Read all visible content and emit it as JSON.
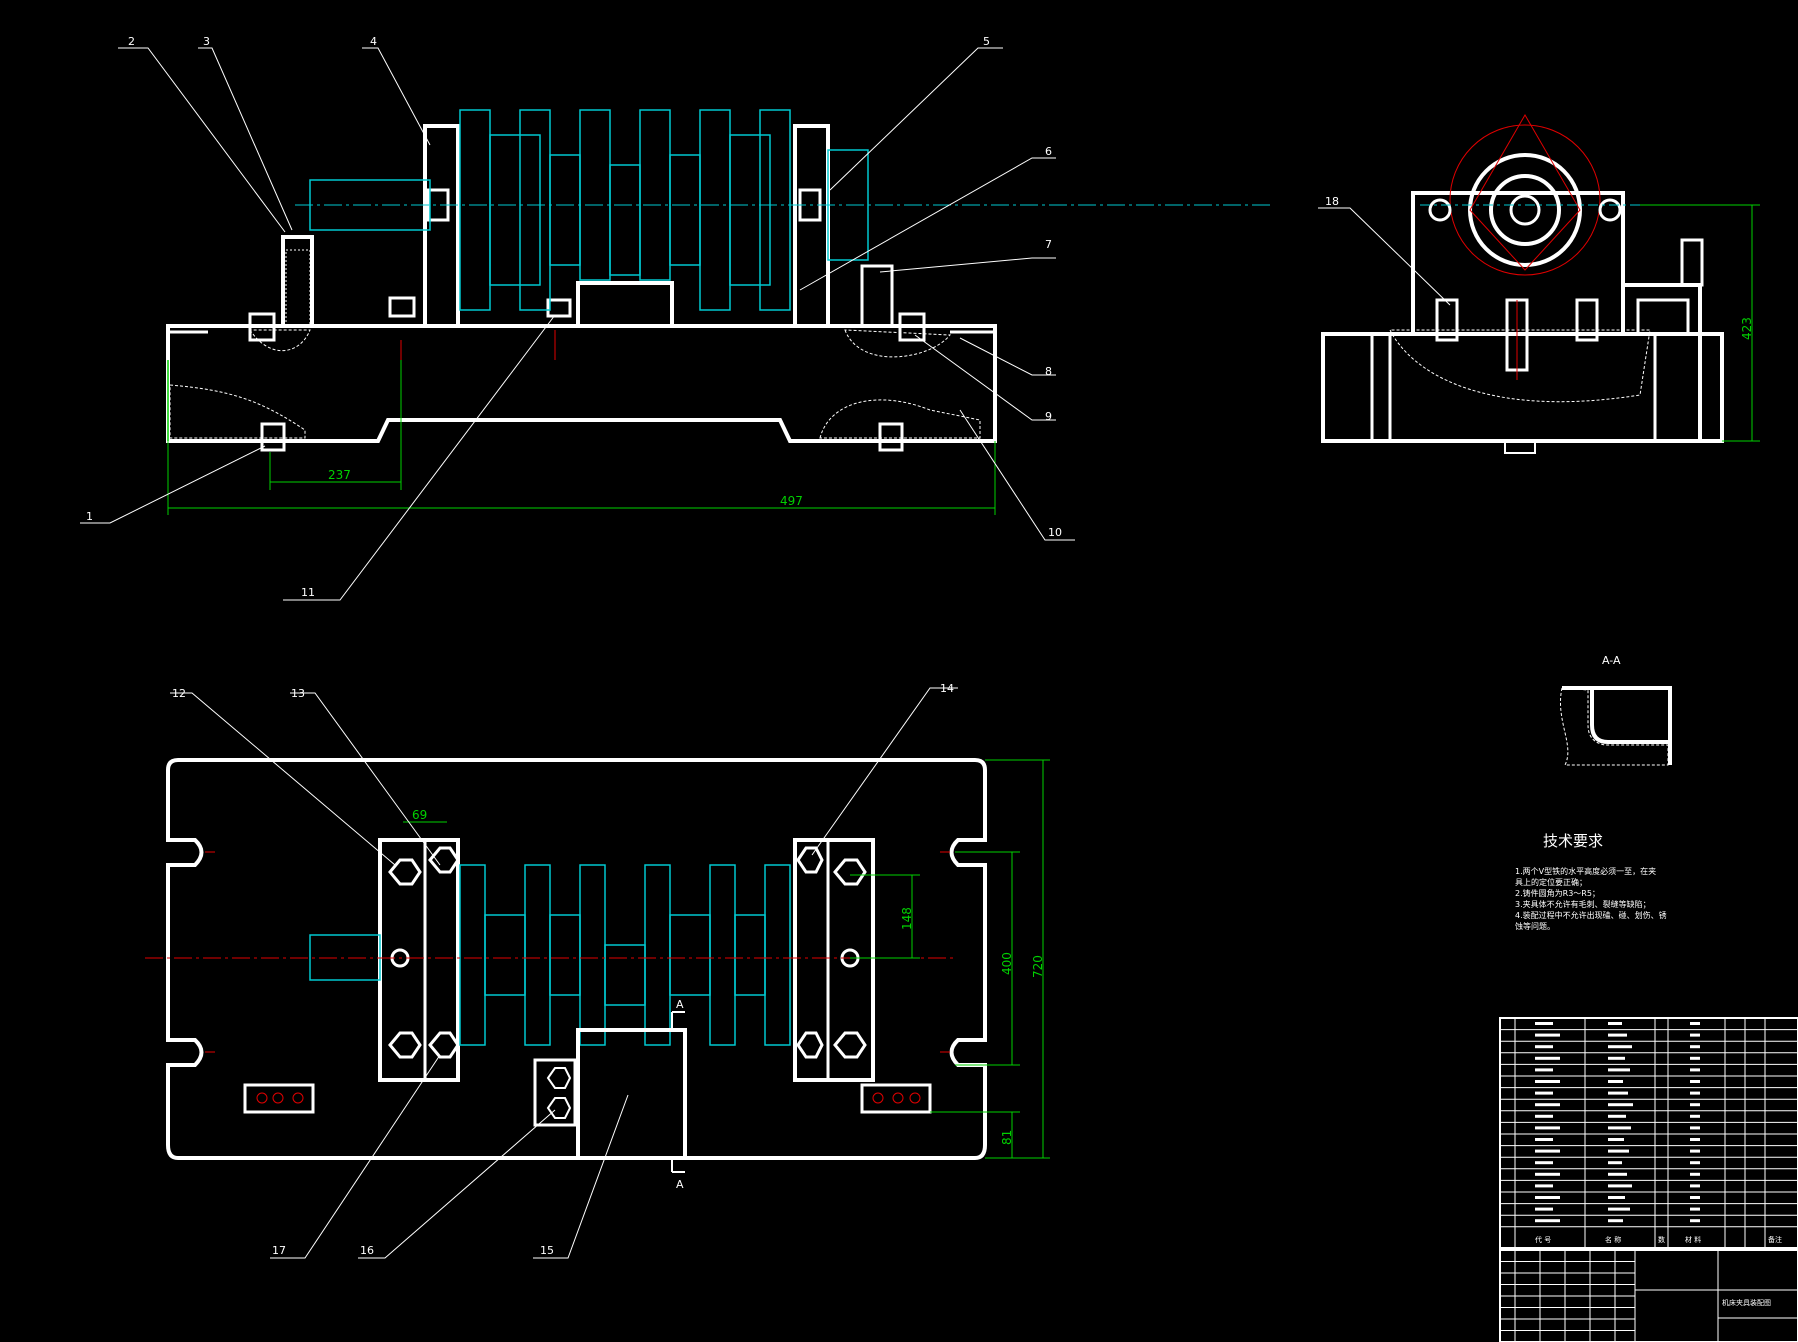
{
  "callouts": {
    "n1": "1",
    "n2": "2",
    "n3": "3",
    "n4": "4",
    "n5": "5",
    "n6": "6",
    "n7": "7",
    "n8": "8",
    "n9": "9",
    "n10": "10",
    "n11": "11",
    "n12": "12",
    "n13": "13",
    "n14": "14",
    "n15": "15",
    "n16": "16",
    "n17": "17",
    "n18": "18"
  },
  "dimensions": {
    "d237": "237",
    "d497": "497",
    "d423": "423",
    "d69": "69",
    "d148": "148",
    "d400": "400",
    "d720": "720",
    "d81": "81"
  },
  "section": {
    "label": "A-A",
    "mark_top": "A",
    "mark_bottom": "A"
  },
  "notes": {
    "title": "技术要求",
    "line1": "1.两个V型铁的水平高度必须一至，在夹",
    "line2": "具上的定位要正确；",
    "line3": "2.铸件圆角为R3～R5；",
    "line4": "3.夹具体不允许有毛刺、裂缝等缺陷；",
    "line5": "4.装配过程中不允许出现磕、碰、划伤、锈",
    "line6": "蚀等问题。"
  },
  "title_block": {
    "col_code": "代  号",
    "col_name": "名  称",
    "col_qty": "数",
    "col_material": "材  料",
    "col_remark": "备注",
    "drawing_title": "机床夹具装配图"
  },
  "colors": {
    "outline": "#ffffff",
    "centerline_cyan": "#00c8d0",
    "dimension": "#00d000",
    "axis": "#e00000",
    "background": "#000000"
  }
}
